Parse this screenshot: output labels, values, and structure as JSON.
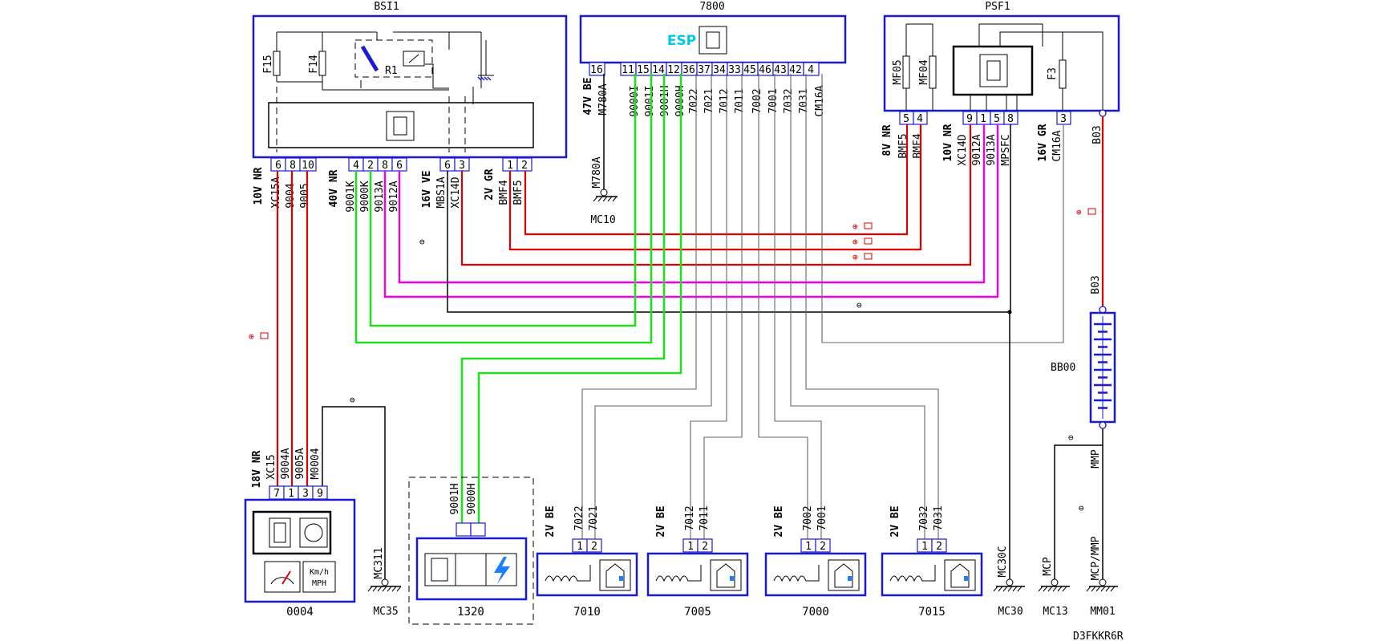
{
  "components": {
    "bsi1": {
      "title": "BSI1",
      "fuses": [
        "F15",
        "F14"
      ],
      "relay": "R1"
    },
    "c7800": {
      "title": "7800",
      "badge": "ESP",
      "pins": [
        "16",
        "11",
        "15",
        "14",
        "12",
        "36",
        "37",
        "34",
        "33",
        "45",
        "46",
        "43",
        "42",
        "4"
      ]
    },
    "psf1": {
      "title": "PSF1",
      "fuses": [
        "MF05",
        "MF04",
        "F3"
      ]
    },
    "c0004": {
      "title": "0004",
      "speedo": "Km/h MPH"
    },
    "c1320": {
      "title": "1320"
    },
    "c7010": {
      "title": "7010"
    },
    "c7005": {
      "title": "7005"
    },
    "c7000": {
      "title": "7000"
    },
    "c7015": {
      "title": "7015"
    },
    "bb00": {
      "title": "BB00"
    }
  },
  "grounds": [
    "MC10",
    "MC35",
    "MC30",
    "MC13",
    "MM01"
  ],
  "connectors": {
    "bsi_a": {
      "label": "10V NR",
      "pins": [
        "6",
        "8",
        "10"
      ],
      "wires": [
        "XC15A",
        "9004",
        "9005"
      ]
    },
    "bsi_b": {
      "label": "40V NR",
      "pins": [
        "4",
        "2",
        "8",
        "6"
      ],
      "wires": [
        "9001K",
        "9000K",
        "9013A",
        "9012A"
      ]
    },
    "bsi_c": {
      "label": "16V VE",
      "pins": [
        "6",
        "3"
      ],
      "wires": [
        "MBS1A",
        "XC14D"
      ]
    },
    "bsi_d": {
      "label": "2V GR",
      "pins": [
        "1",
        "2"
      ],
      "wires": [
        "BMF4",
        "BMF5"
      ]
    },
    "esp_16": {
      "label": "47V BE",
      "wire": "M780A"
    },
    "esp_wires": [
      "9000I",
      "9001I",
      "9001H",
      "9000H",
      "7022",
      "7021",
      "7012",
      "7011",
      "7002",
      "7001",
      "7032",
      "7031",
      "CM16A"
    ],
    "psf_a": {
      "label": "8V NR",
      "pins": [
        "5",
        "4"
      ],
      "wires": [
        "BMF5",
        "BMF4"
      ]
    },
    "psf_b": {
      "label": "10V NR",
      "pins": [
        "9",
        "1",
        "5",
        "8"
      ],
      "wires": [
        "XC14D",
        "9012A",
        "9013A",
        "MPSFC"
      ]
    },
    "psf_c": {
      "label": "16V GR",
      "pins": [
        "3"
      ],
      "wires": [
        "CM16A"
      ]
    },
    "c0004": {
      "label": "18V NR",
      "pins": [
        "7",
        "1",
        "3",
        "9"
      ],
      "wires": [
        "XC15",
        "9004A",
        "9005A",
        "M0004"
      ]
    },
    "c1320": {
      "wires": [
        "9001H",
        "9000H"
      ]
    },
    "c7010": {
      "label": "2V BE",
      "pins": [
        "1",
        "2"
      ],
      "wires": [
        "7022",
        "7021"
      ]
    },
    "c7005": {
      "label": "2V BE",
      "pins": [
        "1",
        "2"
      ],
      "wires": [
        "7012",
        "7011"
      ]
    },
    "c7000": {
      "label": "2V BE",
      "pins": [
        "1",
        "2"
      ],
      "wires": [
        "7002",
        "7001"
      ]
    },
    "c7015": {
      "label": "2V BE",
      "pins": [
        "1",
        "2"
      ],
      "wires": [
        "7032",
        "7031"
      ]
    }
  },
  "misc": {
    "m780a_ground": "M780A",
    "mc30c": "MC30C",
    "mcp": "MCP",
    "mmp": "MMP",
    "mcpmmp": "MCP/MMP",
    "b03_top": "B03",
    "b03_mid": "B03",
    "doc_ref": "D3FKKR6R"
  },
  "symbols": {
    "plus_battery": "⊕",
    "minus_ground": "⊖"
  },
  "colors": {
    "box": "#1a1ad6",
    "red": "#e00000",
    "green": "#22dd22",
    "magenta": "#ee00ee",
    "esp": "#00c8e8"
  }
}
